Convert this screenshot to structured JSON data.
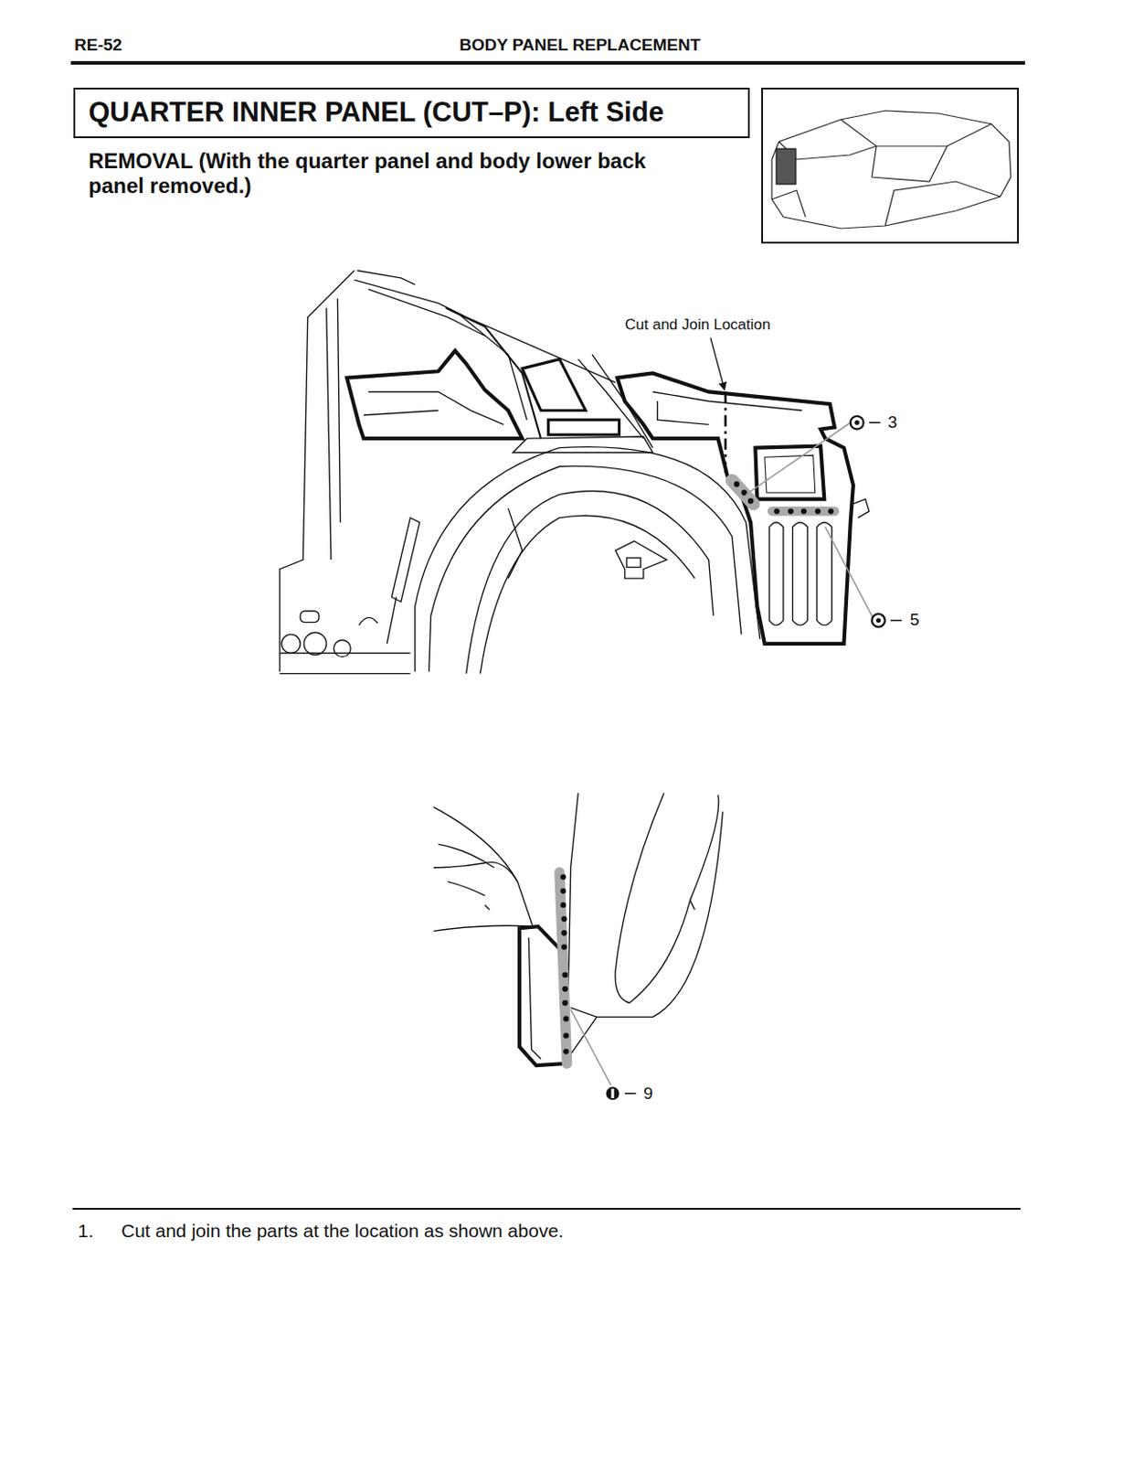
{
  "diagram": {
    "title": "QUARTER INNER PANEL (CUT–P): Left Side",
    "labels": [
      "RE-52",
      "BODY PANEL REPLACEMENT",
      "REMOVAL (With the quarter panel and body lower back panel removed.)",
      "Cut and Join Location",
      "3",
      "5",
      "9",
      "1.",
      "Cut and join the parts at the location as shown above."
    ]
  }
}
